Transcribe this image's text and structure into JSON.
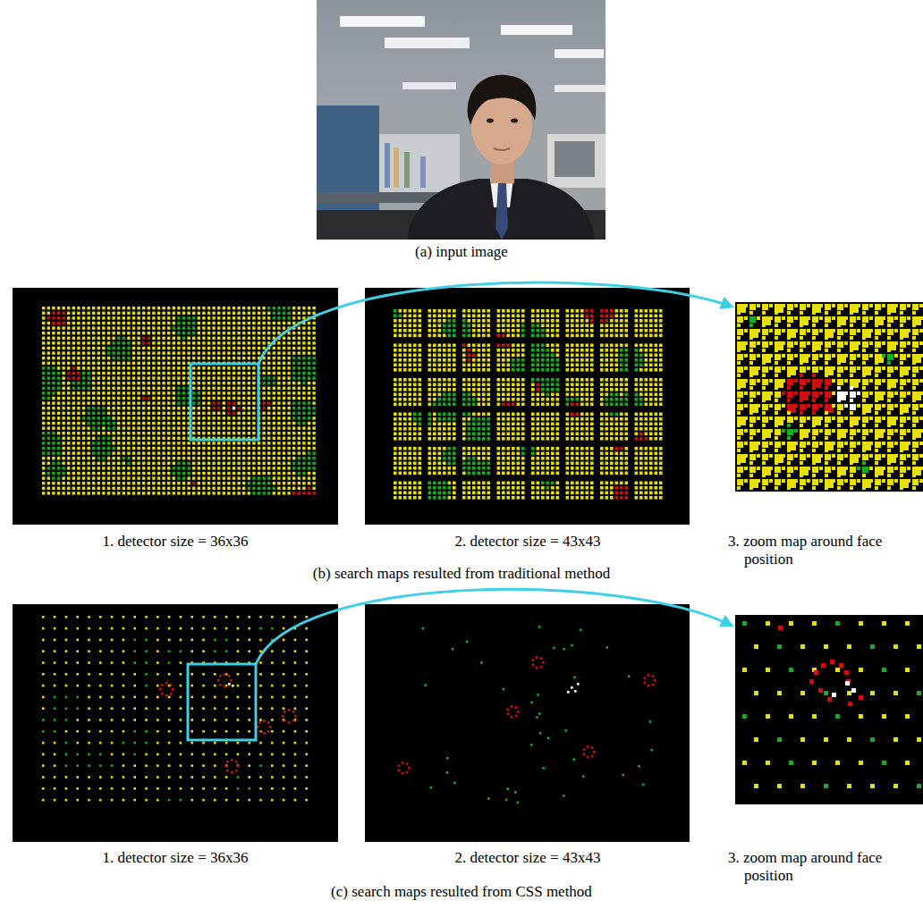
{
  "diagram": {
    "labels": [
      "(a) input image",
      "1. detector size = 36x36",
      "2. detector size = 43x43",
      "3. zoom map around face position",
      "(b) search maps resulted from traditional method",
      "1. detector size = 36x36",
      "2. detector size = 43x43",
      "3. zoom map around face position",
      "(c) search maps resulted from CSS method"
    ]
  }
}
